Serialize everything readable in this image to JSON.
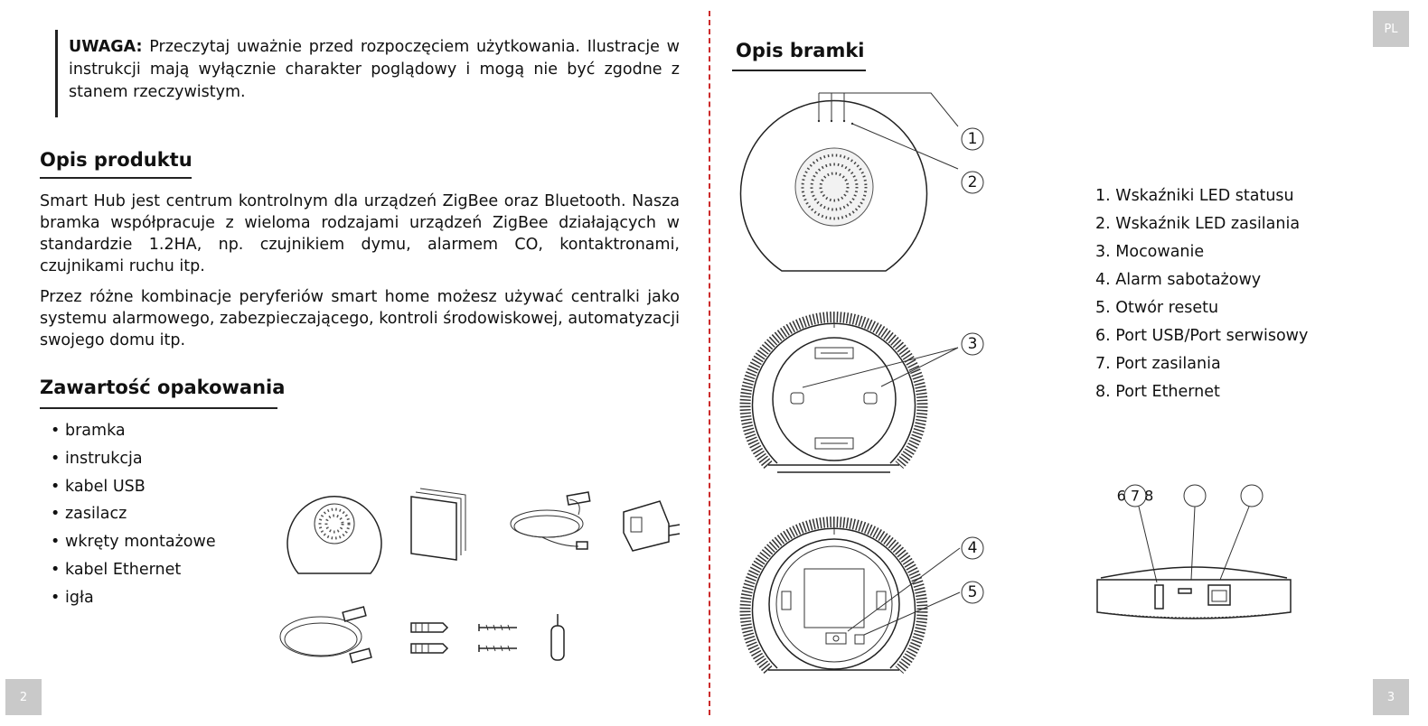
{
  "warning": {
    "label": "UWAGA:",
    "text": " Przeczytaj uważnie przed rozpoczęciem użytkowania. Ilustracje w instrukcji mają wyłącznie charakter poglądowy i mogą nie być zgodne z stanem rzeczywistym."
  },
  "product": {
    "title": "Opis produktu",
    "paragraph1_a": "Smart Hub jest centrum kontrolnym dla urządzeń ZigBee oraz Bluetooth.",
    "paragraph1_b": " Nasza bramka współpracuje z wieloma rodzajami urządzeń ZigBee działających w standardzie 1.2HA, np. czujnikiem  dymu, alarmem CO, kontaktronami, czujnikami ruchu itp.",
    "paragraph2": "Przez różne kombinacje peryferiów smart home możesz używać centralki jako systemu alarmowego, zabezpieczającego, kontroli środowiskowej, automatyzacji swojego domu itp."
  },
  "package": {
    "title": "Zawartość opakowania",
    "items": [
      "bramka",
      "instrukcja",
      "kabel USB",
      "zasilacz",
      "wkręty montażowe",
      "kabel Ethernet",
      "igła"
    ]
  },
  "gateway": {
    "title": "Opis bramki",
    "callouts": [
      "1",
      "2",
      "3",
      "4",
      "5"
    ],
    "port_labels": "6 7 8",
    "parts": [
      "1. Wskaźniki LED statusu",
      "2. Wskaźnik LED zasilania",
      "3. Mocowanie",
      "4. Alarm sabotażowy",
      "5. Otwór resetu",
      "6. Port USB/Port serwisowy",
      "7. Port zasilania",
      "8. Port Ethernet"
    ]
  },
  "page": {
    "left_number": "2",
    "right_number": "3",
    "lang": "PL"
  },
  "colors": {
    "divider": "#cc2a2a",
    "badge": "#c9c9c9"
  }
}
